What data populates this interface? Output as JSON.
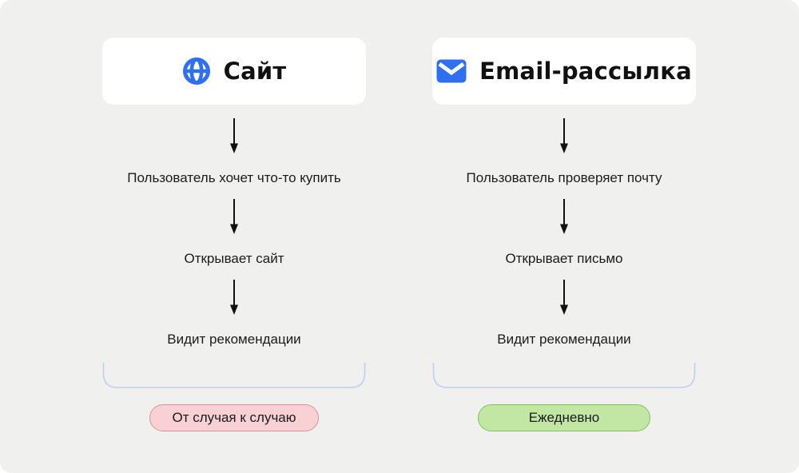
{
  "diagram": {
    "background_color": "#f0f0ee",
    "card_background": "#ffffff",
    "accent_blue": "#2f6ff2",
    "arrow_color": "#111111",
    "bracket_color": "#c2cfec"
  },
  "columns": [
    {
      "id": "site",
      "title": "Сайт",
      "icon": "globe-icon",
      "steps": [
        "Пользователь хочет что-то купить",
        "Открывает сайт",
        "Видит рекомендации"
      ],
      "badge": {
        "label": "От случая к случаю",
        "fill": "#f9d0d3",
        "border": "#e0909a"
      }
    },
    {
      "id": "email",
      "title": "Email-рассылка",
      "icon": "envelope-icon",
      "steps": [
        "Пользователь проверяет почту",
        "Открывает письмо",
        "Видит рекомендации"
      ],
      "badge": {
        "label": "Ежедневно",
        "fill": "#c2e6a4",
        "border": "#85c05b"
      }
    }
  ]
}
